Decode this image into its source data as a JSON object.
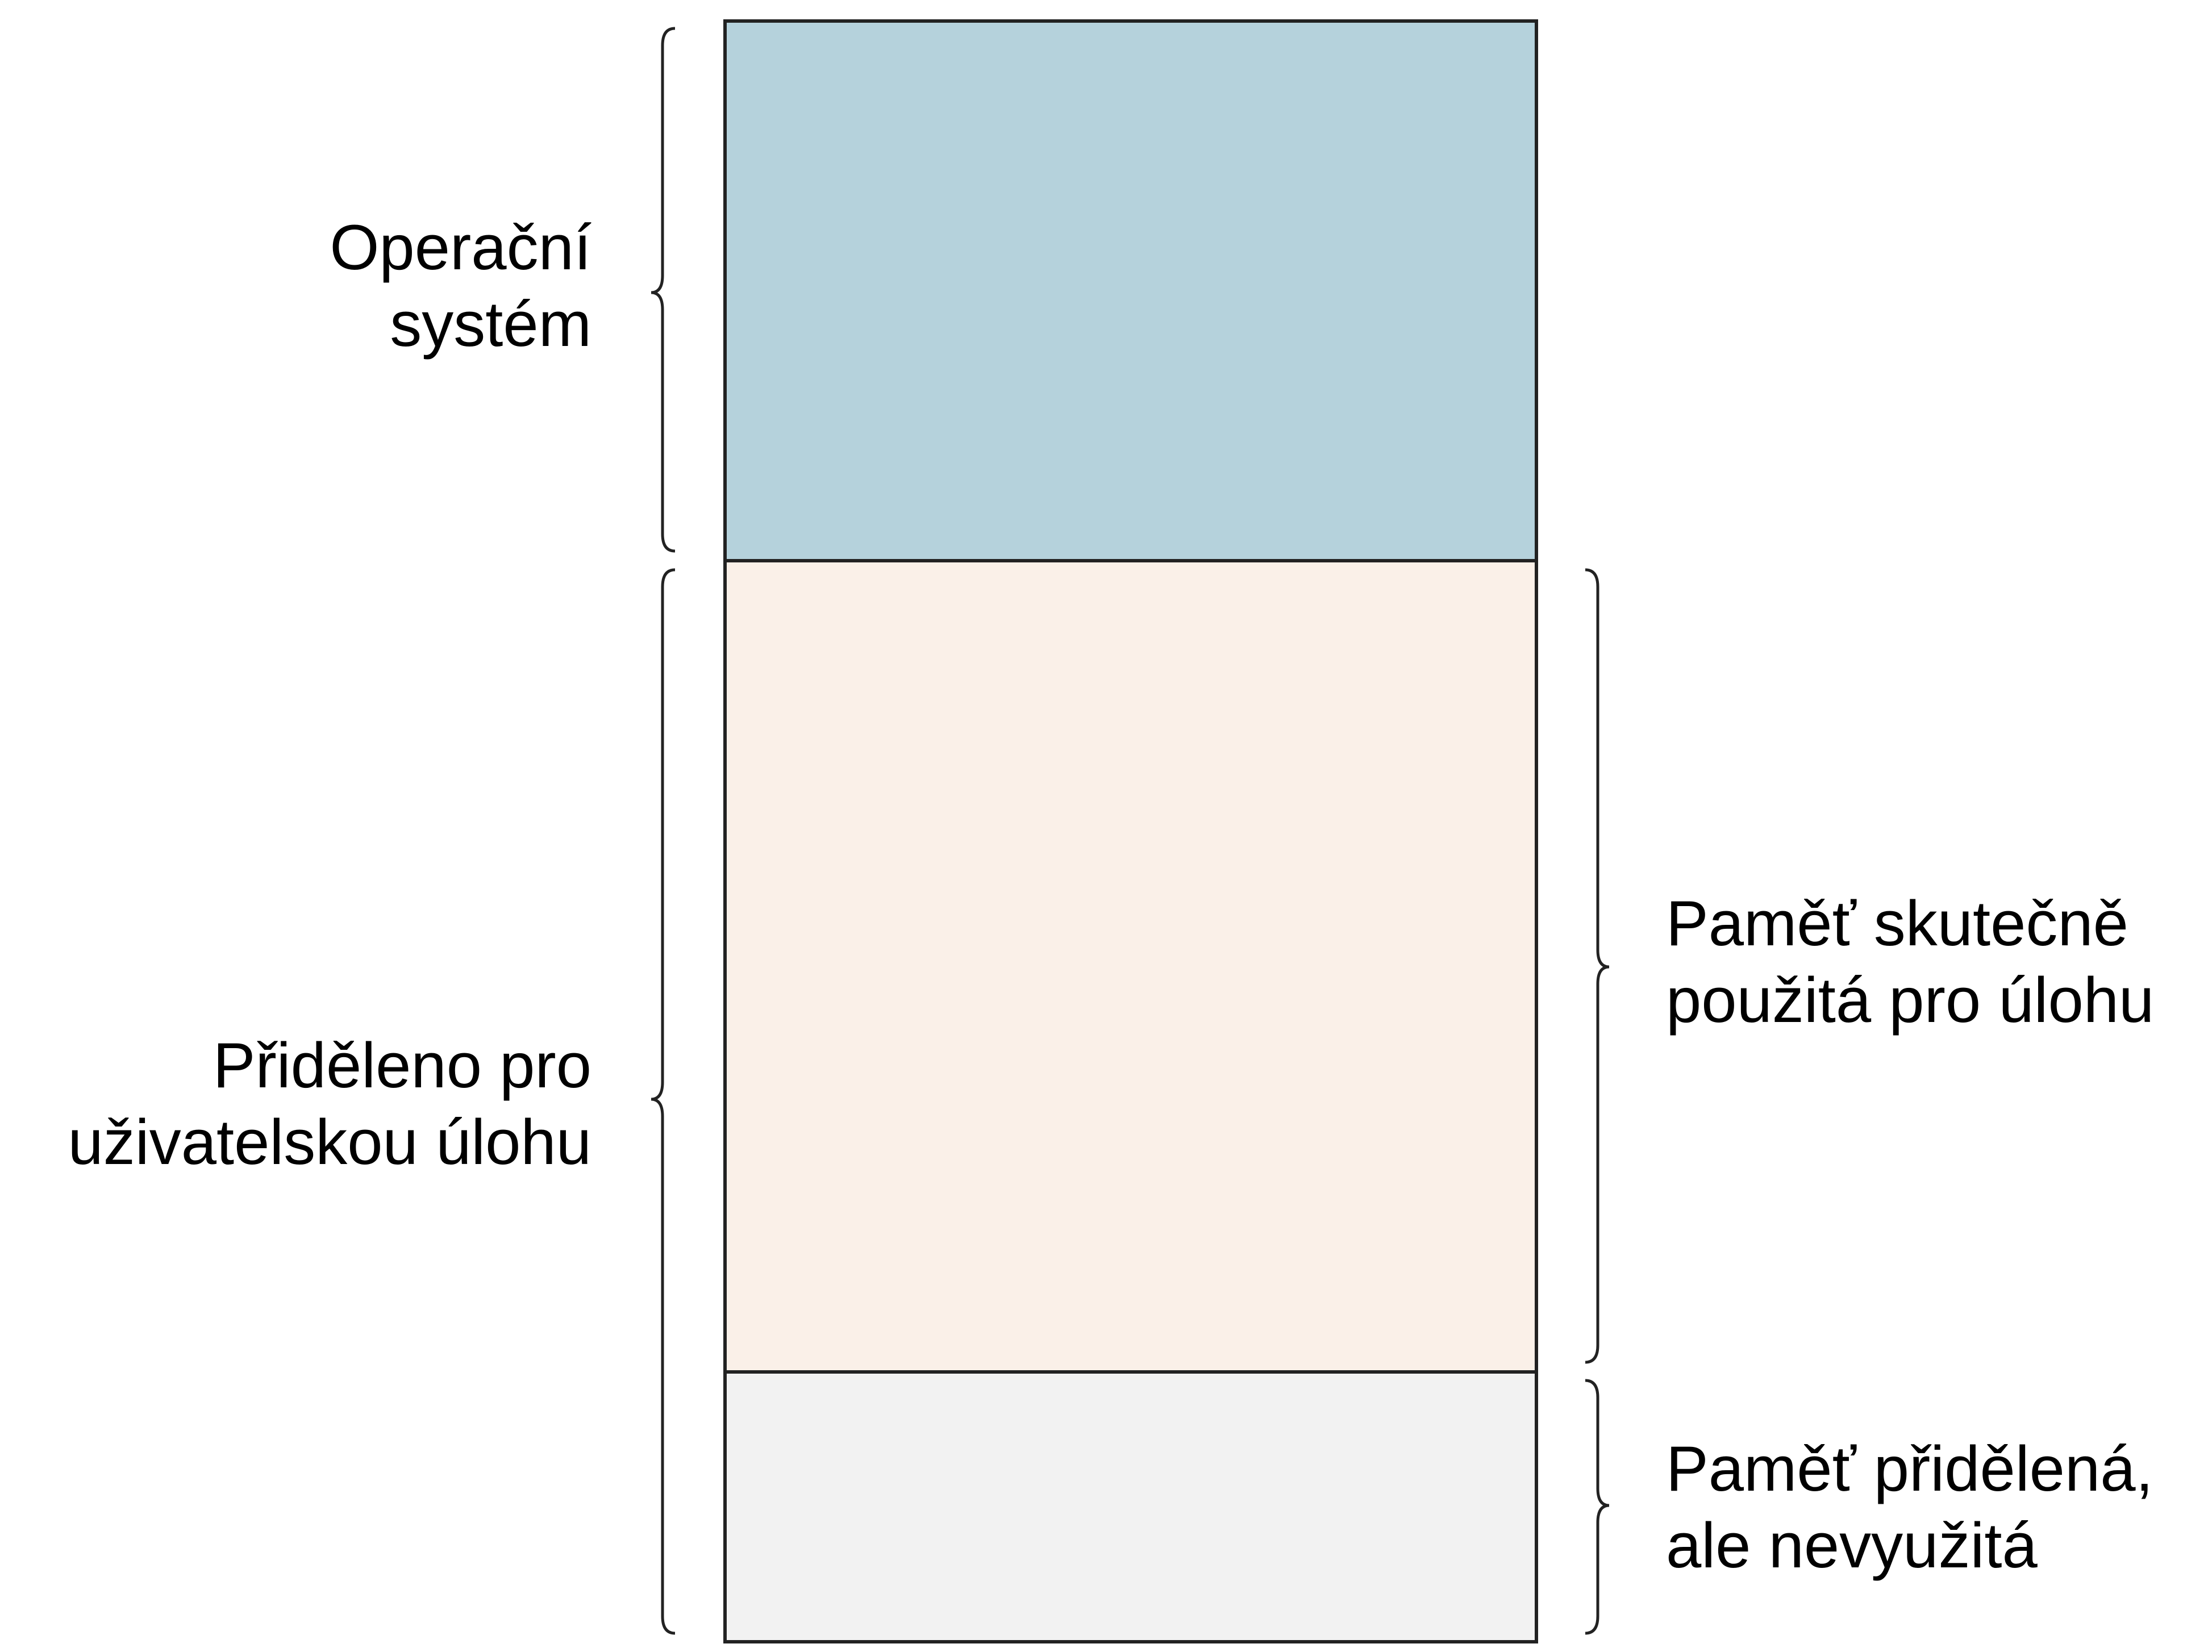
{
  "colors": {
    "os_block": "#b5d2dc",
    "used_block": "#faf0e8",
    "unused_block": "#f2f2f2",
    "outline": "#222222"
  },
  "labels": {
    "os": [
      "Operační",
      "systém"
    ],
    "user": [
      "Přiděleno pro",
      "uživatelskou úlohu"
    ],
    "used": [
      "Paměť skutečně",
      "použitá pro úlohu"
    ],
    "unused": [
      "Paměť přidělená,",
      "ale nevyužitá"
    ]
  }
}
